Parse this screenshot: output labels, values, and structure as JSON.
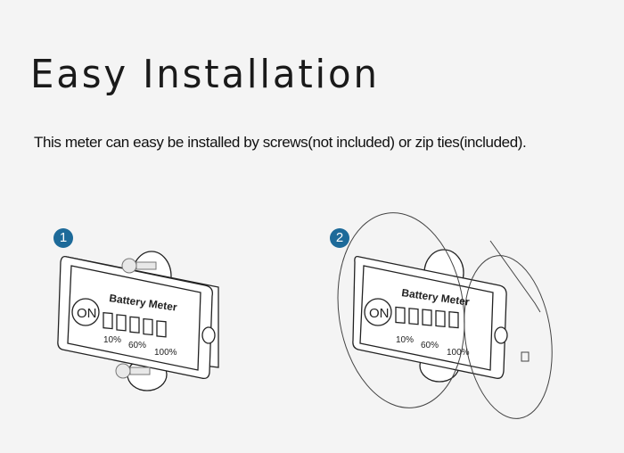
{
  "title": "Easy Installation",
  "subtitle": "This meter can easy be installed by screws(not included)  or zip ties(included).",
  "accent_color": "#1d6a99",
  "steps": [
    {
      "number": "1",
      "method": "screws"
    },
    {
      "number": "2",
      "method": "zip ties"
    }
  ],
  "device": {
    "name": "Battery Meter",
    "button": "ON",
    "scale": [
      "10%",
      "60%",
      "100%"
    ]
  }
}
